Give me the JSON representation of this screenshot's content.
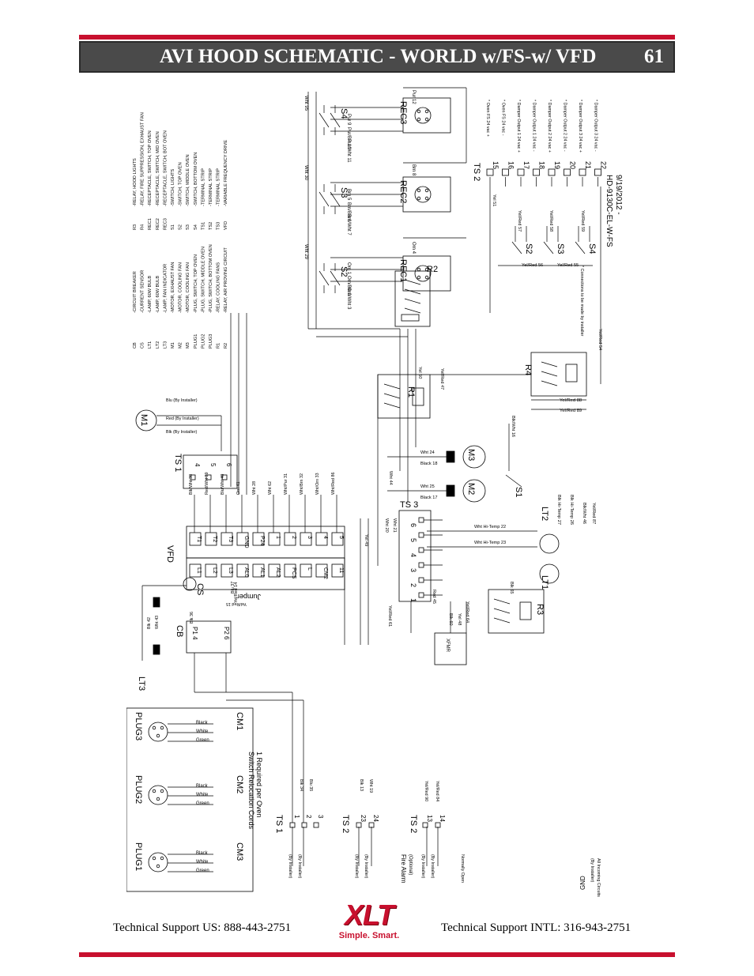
{
  "header": {
    "title": "AVI HOOD SCHEMATIC - WORLD w/FS-w/ VFD",
    "page_number": "61"
  },
  "legend_left": [
    [
      "CB",
      "-CIRCUIT BREAKER"
    ],
    [
      "CS",
      "-CURRENT SENSOR"
    ],
    [
      "LT1",
      "-LAMP, 60W BULB"
    ],
    [
      "LT2",
      "-LAMP, 60W BULB"
    ],
    [
      "LT3",
      "-LAMP, FAN INDICATOR"
    ],
    [
      "M1",
      "-MOTOR, EXHAUST FAN"
    ],
    [
      "M2",
      "-MOTOR, COOLING FAN"
    ],
    [
      "M3",
      "-MOTOR, COOLING FAN"
    ],
    [
      "PLUG1",
      "-PLUG, SWITCH, TOP OVEN"
    ],
    [
      "PLUG2",
      "-PLUG, SWITCH, MIDDLE OVEN"
    ],
    [
      "PLUG3",
      "-PLUG, SWITCH, BOTTOM OVEN"
    ],
    [
      "R1",
      "-RELAY, COOLING FANS"
    ],
    [
      "R2",
      "-RELAY, AIR PROVING CIRCUIT"
    ]
  ],
  "legend_right": [
    [
      "R3",
      "-RELAY, HOOD LIGHTS"
    ],
    [
      "R4",
      "-RELAY, FIRE SUPPRESSION, EXHAUST FAN"
    ],
    [
      "REC1",
      "-RECEPTACLE, SWITCH, TOP OVEN"
    ],
    [
      "REC2",
      "-RECEPTACLE, SWITCH, MID OVEN"
    ],
    [
      "REC3",
      "-RECEPTACLE, SWITCH, BOT OVEN"
    ],
    [
      "S1",
      "-SWITCH, LIGHTS"
    ],
    [
      "S2",
      "-SWITCH, TOP OVEN"
    ],
    [
      "S3",
      "-SWITCH, MIDDLE OVEN"
    ],
    [
      "S4",
      "-SWITCH, BOTTOM OVEN"
    ],
    [
      "TS1",
      "-TERMINAL STRIP"
    ],
    [
      "TS2",
      "-TERMINAL STRIP"
    ],
    [
      "TS3",
      "-TERMINAL STRIP"
    ],
    [
      "VFD",
      "-VARIABLE FREQUENCY DRIVE"
    ]
  ],
  "drawing": {
    "number": "HD-9130C-EL-W-FS",
    "date": "9/19/2012 -"
  },
  "components": {
    "m1": "M1",
    "m2": "M2",
    "m3": "M3",
    "ts1": "TS 1",
    "ts2": "TS 2",
    "ts3": "TS 3",
    "vfd": "VFD",
    "cs": "CS",
    "cb": "CB",
    "lt1": "LT1",
    "lt2": "LT2",
    "lt3": "LT3",
    "r1": "R1",
    "r2": "R2",
    "r3": "R3",
    "r4": "R4",
    "s1": "S1",
    "s2": "S2",
    "s3": "S3",
    "s4": "S4",
    "rec1": "REC1",
    "rec2": "REC2",
    "rec3": "REC3",
    "plug1": "PLUG1",
    "plug2": "PLUG2",
    "plug3": "PLUG3",
    "cm1": "CM1",
    "cm2": "CM2",
    "cm3": "CM3",
    "xfmr": "XFMR",
    "jumper": "Jumper",
    "cb_p1": "P1 4",
    "cb_p2": "P2 6"
  },
  "vfd_top": [
    "T1",
    "T2",
    "T3",
    "GND",
    "P24",
    "1",
    "2",
    "3",
    "4",
    "5"
  ],
  "vfd_bottom": [
    "L1",
    "L2",
    "L3",
    "AL0",
    "AL1",
    "AL2",
    "PCS",
    "L",
    "CM2",
    "11"
  ],
  "ts1_top": [
    "4",
    "5",
    "6"
  ],
  "ts3_terms": [
    "6",
    "5",
    "4",
    "3",
    "2",
    "1"
  ],
  "ts2_right_terms": [
    "15",
    "16",
    "17",
    "18",
    "19",
    "20",
    "21",
    "22"
  ],
  "ts2_right_labels": [
    "* Oven FS 24 vac +",
    "* Oven FS 24 vac -",
    "* Damper Output 1 24 vac +",
    "* Damper Output 1 24 vac -",
    "* Damper Output 2 24 vac +",
    "* Damper Output 2 24 vac -",
    "* Damper Output 3 24 vac +",
    "* Damper Output 3 24 vac -"
  ],
  "installer_note": "* Connections to be made by installer",
  "relocation": {
    "title": "Switch Relocation Cords",
    "subtitle": "1 Required per Oven"
  },
  "plug_wires": [
    "Black",
    "White",
    "Green"
  ],
  "bottom": {
    "ts1_terms": [
      "1",
      "2",
      "3"
    ],
    "ts2a_terms": [
      "23",
      "24"
    ],
    "ts2b_terms": [
      "13",
      "14"
    ],
    "fire_alarm": "Fire Alarm",
    "optional": "(Optional)",
    "normally_open": "Normally Open",
    "gnd": "GND",
    "all_incoming": "All Incoming Circuits",
    "by_installer": "(By Installer)"
  },
  "wires": {
    "w1": "Pur 12",
    "w2": "Pur 9",
    "w3": "Pur/Blk 10",
    "w4": "Pur/Wht 11",
    "w5": "Brn 8",
    "w6": "Brn 5",
    "w7": "Brn/Blk 6",
    "w8": "Brn/Wht 7",
    "w9": "Orn 4",
    "w10": "Orn 1",
    "w11": "Orn/Blk 2",
    "w12": "Orn/Wht 3",
    "w13": "Wht 95",
    "w14": "Wht 30",
    "w15": "Wht 29",
    "w16": "Blk/Wht 38",
    "w17": "Red/Wht 39",
    "w18": "Blu/Wht 40",
    "w19": "Orn 41",
    "w20": "Wht 28",
    "w21": "Wht 62",
    "w22": "Wht/Pur 31",
    "w23": "Wht/Brn 32",
    "w24": "Wht/Orn 33",
    "w25": "Wht/Red 86",
    "w26": "Blu (By Installer)",
    "w27": "Red (By Installer)",
    "w28": "Blk (By Installer)",
    "w29": "Yel/Red 14",
    "w30": "Yel/Red 15",
    "w31": "Blu 37",
    "w32": "Blk 36",
    "w33": "Blk 42",
    "w34": "Wht 43",
    "w35": "Blk 34",
    "w36": "Blu 35",
    "w37": "Blk 13",
    "w38": "Wht 19",
    "w39": "Yel/Red 90",
    "w40": "Yel/Red 84",
    "w41": "Yel 49",
    "w42": "Wht 20",
    "w43": "Wht 21",
    "w44": "Wht Hi-Temp 22",
    "w45": "Wht Hi-Temp 23",
    "w46": "Blk Hi-Temp 26",
    "w47": "Blk Hi-Temp 27",
    "w48": "Blk/Wht 46",
    "w49": "Yel/Red 87",
    "w50": "Wht 44",
    "w51": "Wht 25",
    "w52": "Black 18",
    "w53": "Black 17",
    "w54": "Wht 24",
    "w55": "Blk/Wht 16",
    "w56": "Yel 50",
    "w57": "Yel/Red 47",
    "w58": "Yel/Red 88",
    "w59": "Yel/Red 89",
    "w60": "Yel/Red 54",
    "w61": "Yel/Red 61",
    "w62": "Red 45",
    "w63": "Blk 60",
    "w64": "Yel 48",
    "w65": "Yel/Red 64",
    "w66": "Blk 65",
    "w67": "Yel 51",
    "w68": "Yel/Red 57",
    "w69": "Yel/Red 58",
    "w70": "Yel/Red 59",
    "w71": "Yel/Red 56",
    "w72": "Yel/Red 55"
  },
  "footer": {
    "left": "Technical Support  US:  888-443-2751",
    "right": "Technical Support  INTL:  316-943-2751",
    "logo": "XLT",
    "tagline": "Simple. Smart."
  }
}
